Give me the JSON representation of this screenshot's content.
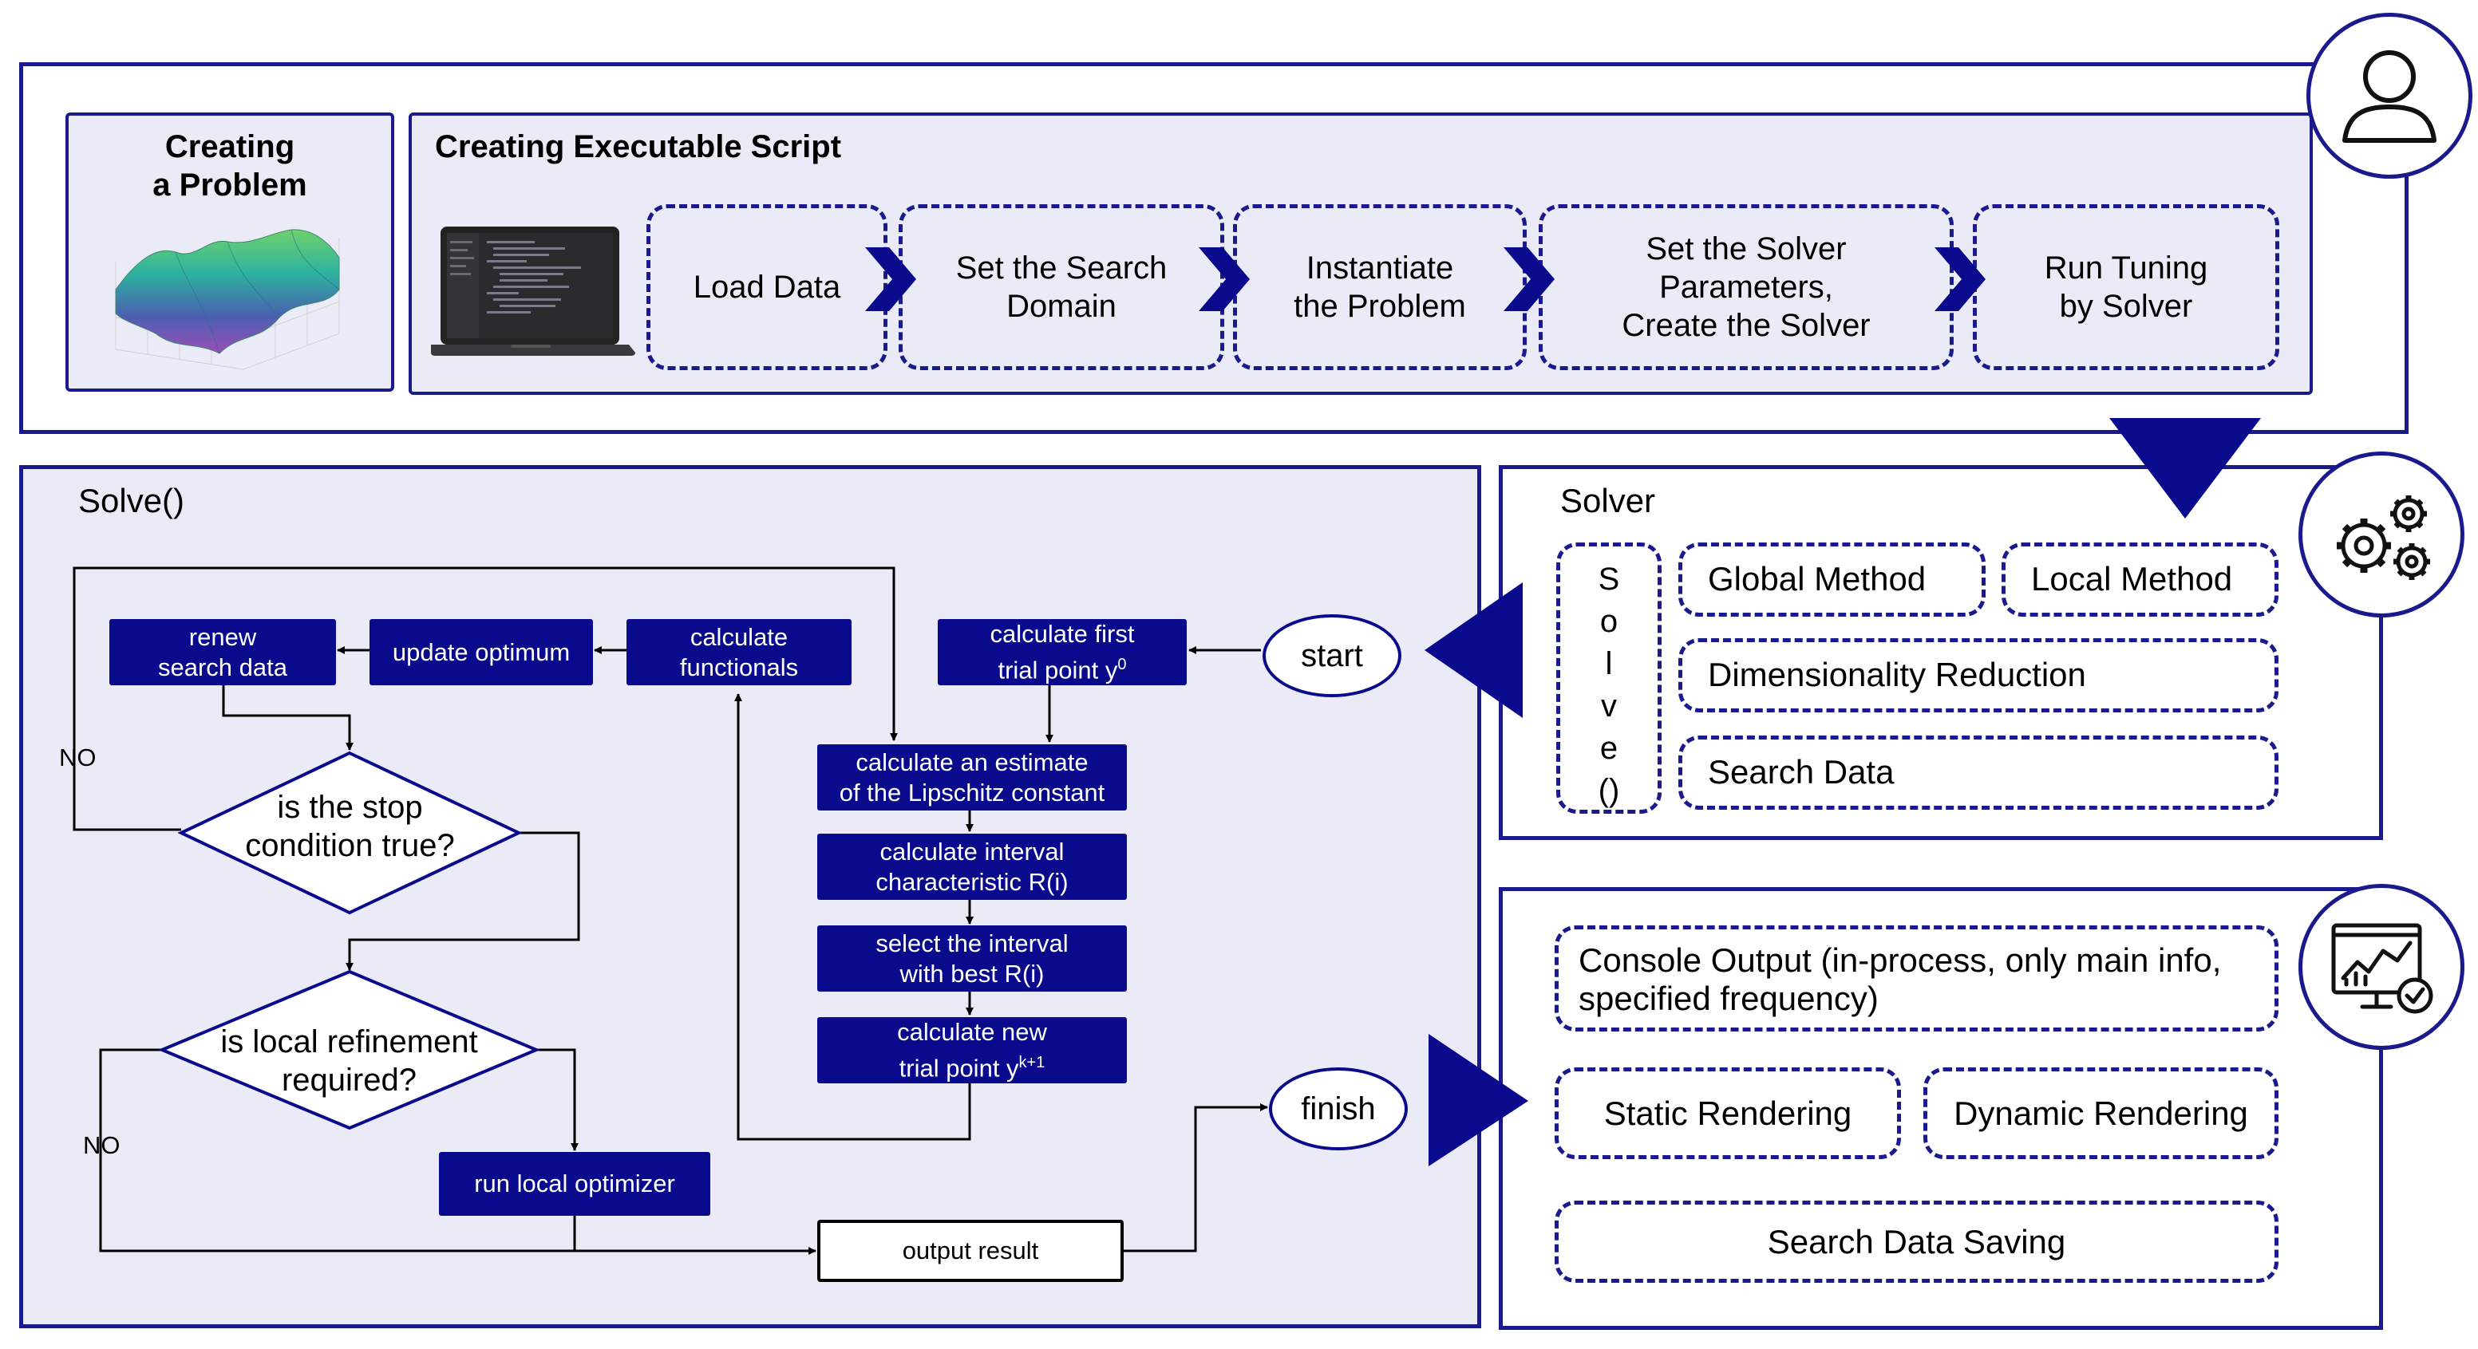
{
  "top": {
    "problem_title_line1": "Creating",
    "problem_title_line2": "a Problem",
    "script_title": "Creating Executable Script",
    "steps": [
      {
        "line1": "Load Data",
        "line2": "",
        "line3": ""
      },
      {
        "line1": "Set the Search",
        "line2": "Domain",
        "line3": ""
      },
      {
        "line1": "Instantiate",
        "line2": "the Problem",
        "line3": ""
      },
      {
        "line1": "Set the Solver",
        "line2": "Parameters,",
        "line3": "Create the Solver"
      },
      {
        "line1": "Run Tuning",
        "line2": "by Solver",
        "line3": ""
      }
    ]
  },
  "solve": {
    "title": "Solve()",
    "start": "start",
    "finish": "finish",
    "calc_first_line1": "calculate first",
    "calc_first_line2": "trial point y",
    "calc_first_sup": "0",
    "lipschitz_line1": "calculate an estimate",
    "lipschitz_line2": "of the Lipschitz constant",
    "interval_char_line1": "calculate interval",
    "interval_char_line2": "characteristic R(i)",
    "select_line1": "select the interval",
    "select_line2": "with best R(i)",
    "new_point_line1": "calculate new",
    "new_point_line2": "trial point y",
    "new_point_sup": "k+1",
    "functionals_line1": "calculate",
    "functionals_line2": "functionals",
    "update_optimum": "update optimum",
    "renew_line1": "renew",
    "renew_line2": "search data",
    "stop_line1": "is the stop",
    "stop_line2": "condition true?",
    "local_line1": "is local refinement",
    "local_line2": "required?",
    "no1": "NO",
    "no2": "NO",
    "run_local": "run local optimizer",
    "output": "output result"
  },
  "solver": {
    "title": "Solver",
    "solve_vertical": [
      "S",
      "o",
      "l",
      "v",
      "e",
      "()"
    ],
    "global": "Global Method",
    "local": "Local Method",
    "dim": "Dimensionality Reduction",
    "search": "Search Data"
  },
  "output_panel": {
    "console_line1": "Console Output (in-process, only main info,",
    "console_line2": "specified frequency)",
    "static": "Static Rendering",
    "dynamic": "Dynamic Rendering",
    "saving": "Search Data Saving"
  },
  "icons": {
    "user": "user-icon",
    "gears": "gears-icon",
    "monitor": "monitor-chart-icon",
    "laptop": "laptop-icon",
    "surface": "surface-plot-icon",
    "accent": "#1a1a8c",
    "box_fill": "#0a0a8c",
    "panel_fill": "#ebebf7"
  }
}
